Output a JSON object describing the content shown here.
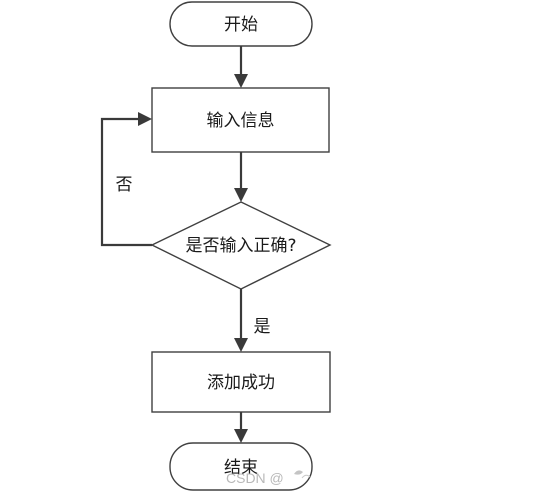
{
  "flowchart": {
    "nodes": {
      "start": {
        "label": "开始"
      },
      "input": {
        "label": "输入信息"
      },
      "decision": {
        "label": "是否输入正确?"
      },
      "success": {
        "label": "添加成功"
      },
      "end": {
        "label": "结束"
      }
    },
    "edges": {
      "no_label": "否",
      "yes_label": "是"
    }
  },
  "watermark": {
    "text": "CSDN @"
  }
}
